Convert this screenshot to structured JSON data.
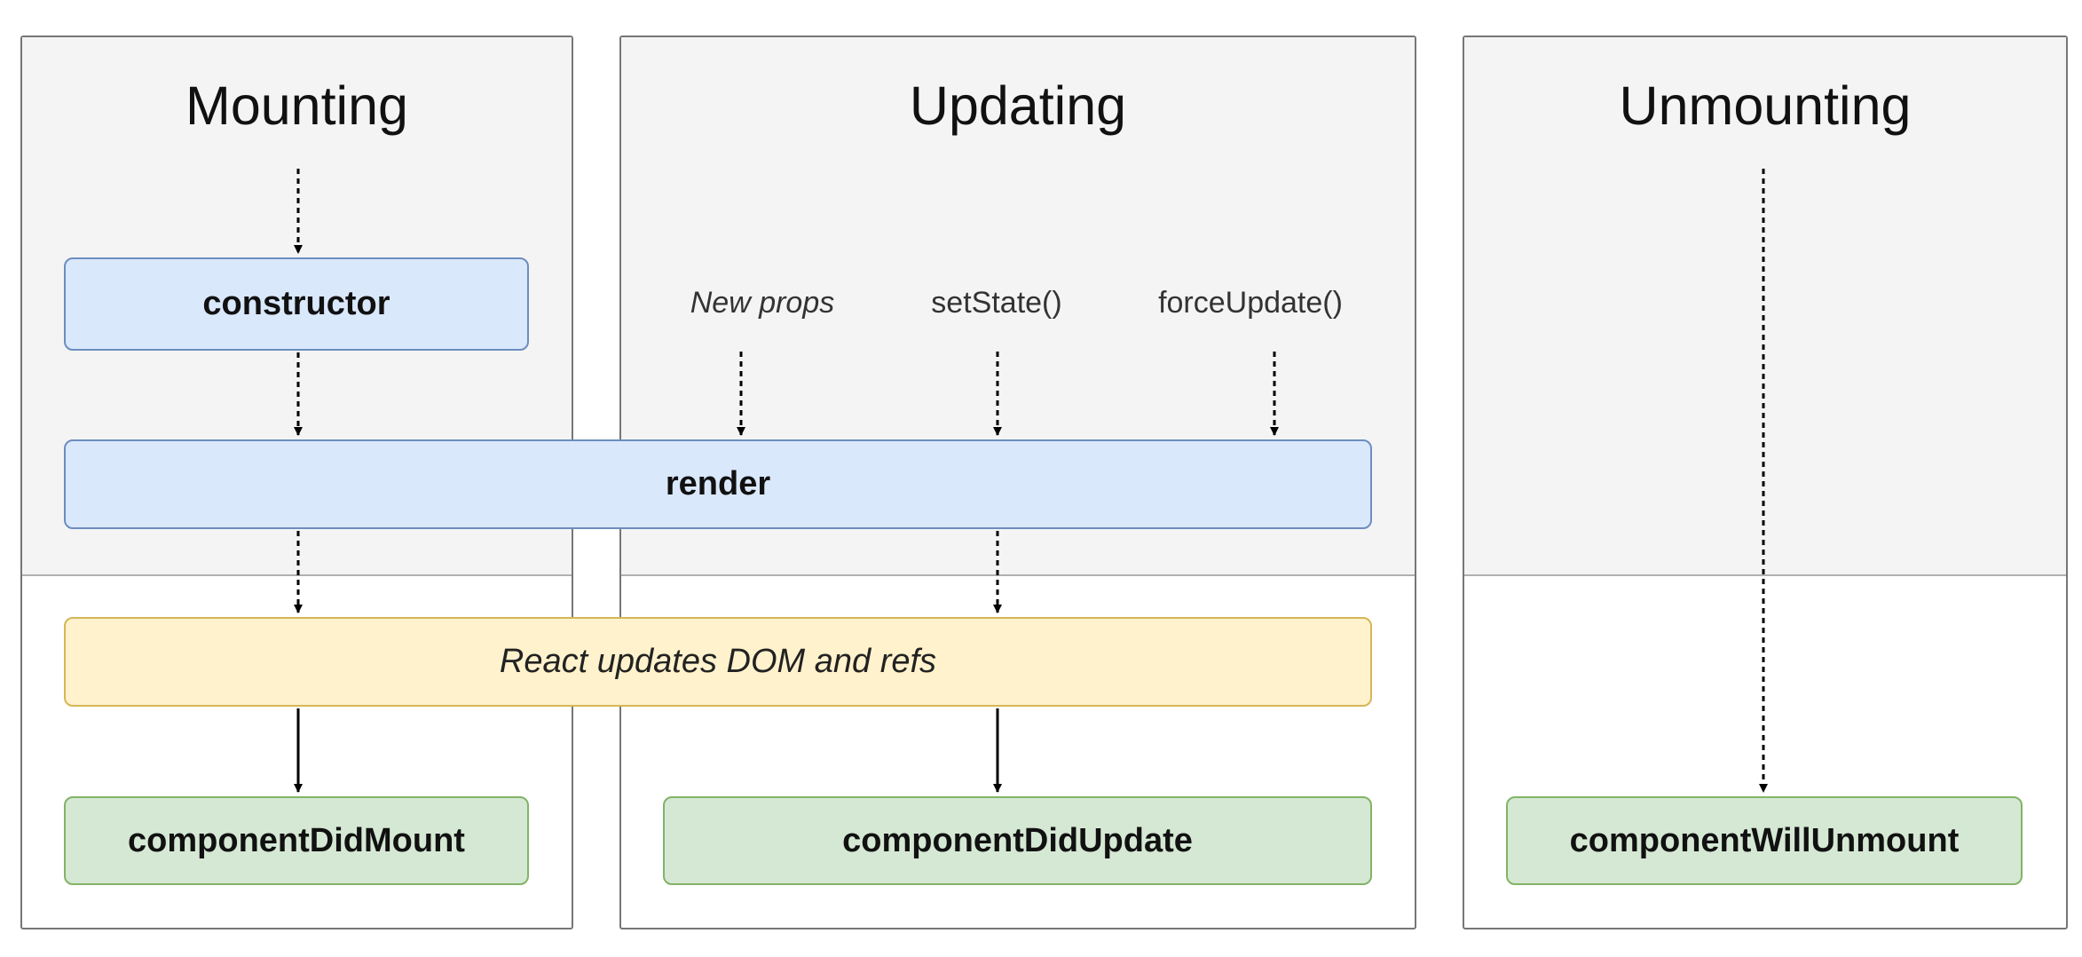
{
  "phases": {
    "mounting": {
      "title": "Mounting"
    },
    "updating": {
      "title": "Updating"
    },
    "unmounting": {
      "title": "Unmounting"
    }
  },
  "triggers": {
    "new_props": "New props",
    "set_state": "setState()",
    "force_update": "forceUpdate()"
  },
  "methods": {
    "constructor": "constructor",
    "render": "render",
    "react_updates": "React updates DOM and refs",
    "component_did_mount": "componentDidMount",
    "component_did_update": "componentDidUpdate",
    "component_will_unmount": "componentWillUnmount"
  },
  "colors": {
    "blue_fill": "#dae8fc",
    "blue_stroke": "#6c8ebf",
    "yellow_fill": "#fff2cc",
    "yellow_stroke": "#d6b656",
    "green_fill": "#d5e8d4",
    "green_stroke": "#82b366",
    "panel_top_fill": "#f4f4f4"
  }
}
